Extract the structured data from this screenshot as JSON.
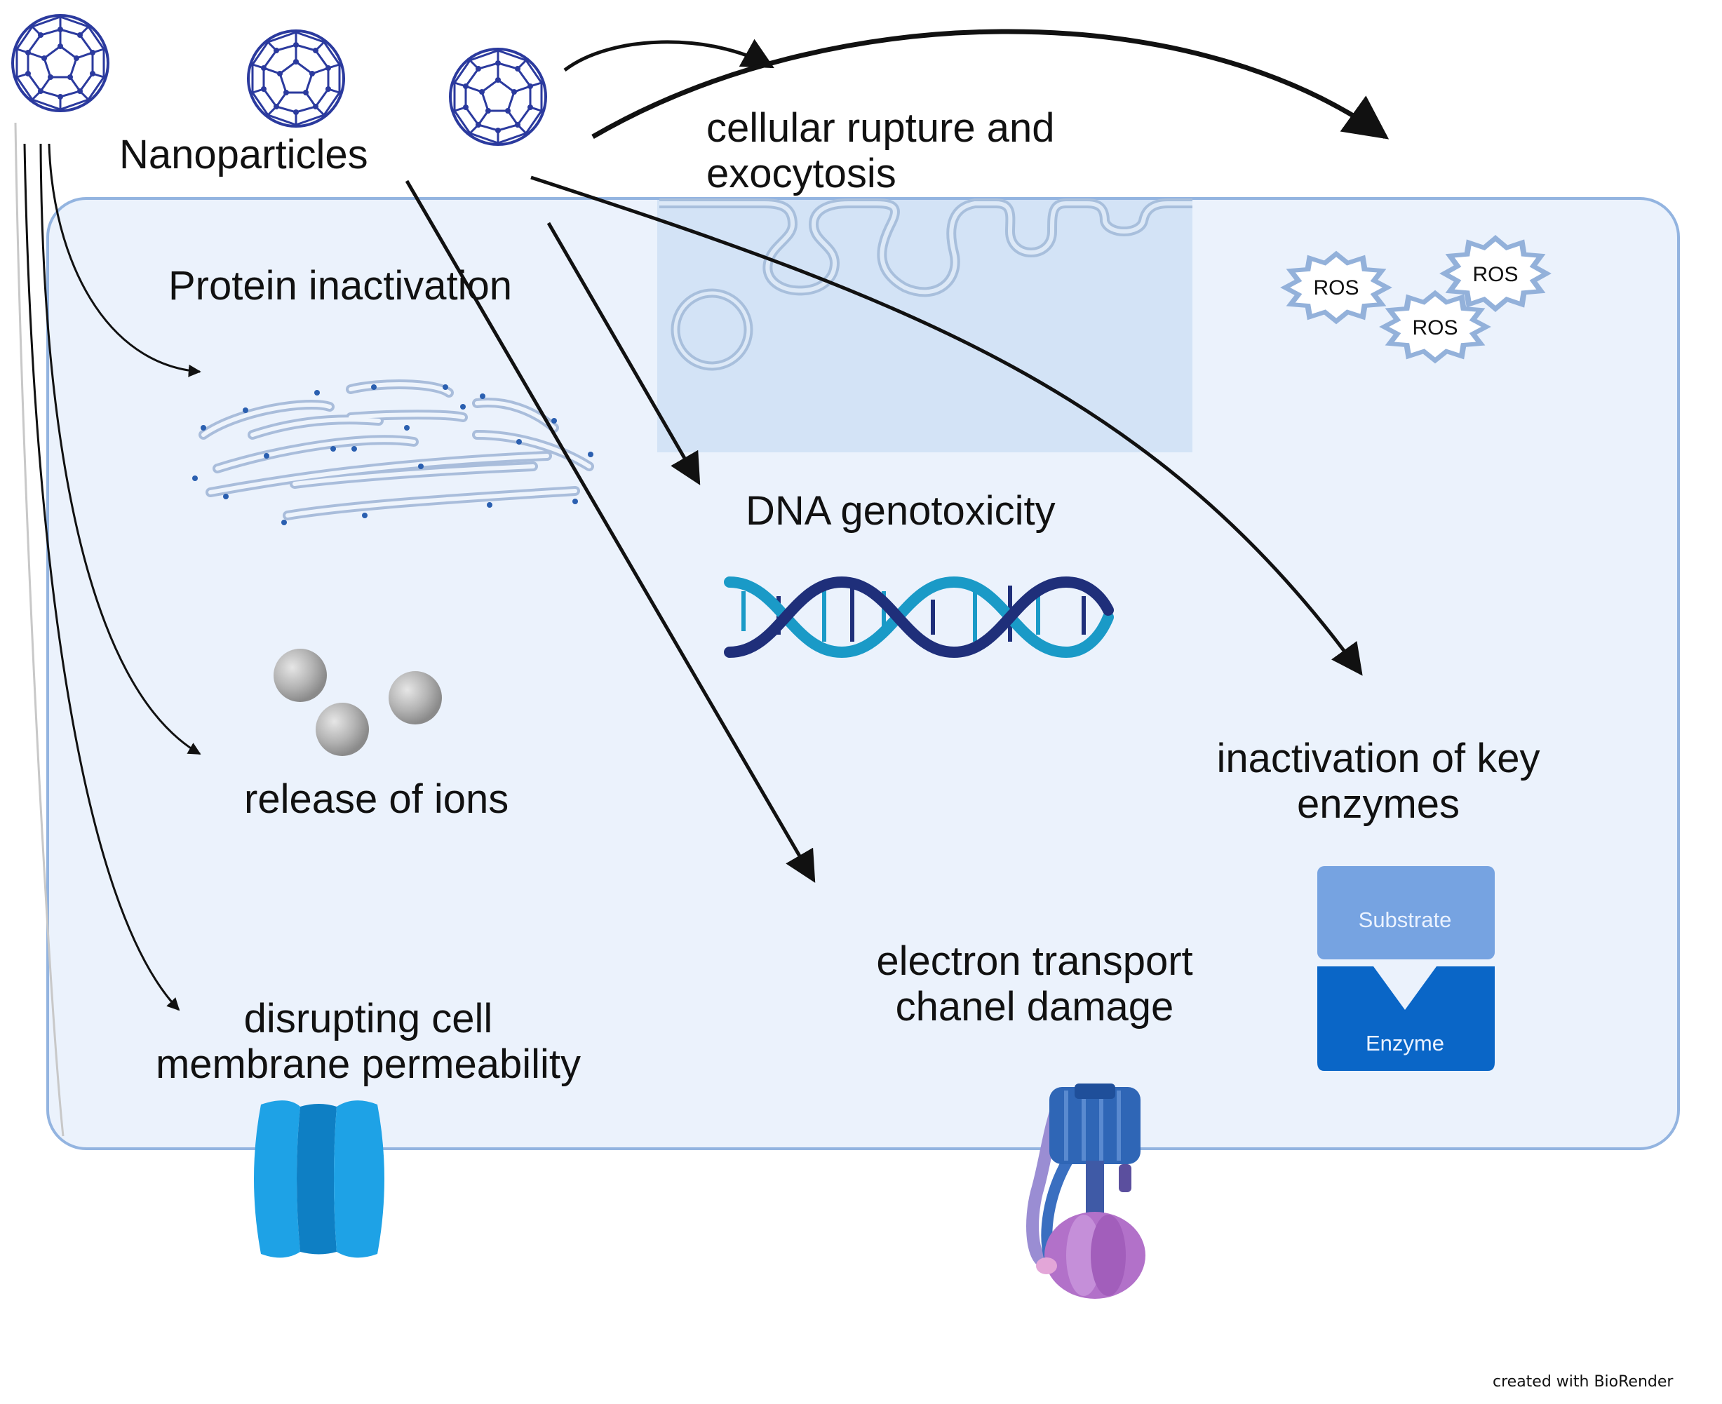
{
  "diagram": {
    "source_label": "Nanoparticles",
    "effects": {
      "protein": "Protein inactivation",
      "rupture_line1": "cellular rupture and",
      "rupture_line2": "exocytosis",
      "dna": "DNA genotoxicity",
      "ions": "release of ions",
      "enzymes_line1": "inactivation of key",
      "enzymes_line2": "enzymes",
      "electron_line1": "electron transport",
      "electron_line2": "chanel damage",
      "membrane_line1": "disrupting cell",
      "membrane_line2": "membrane permeability"
    },
    "ros_labels": [
      "ROS",
      "ROS",
      "ROS"
    ],
    "enzyme_box": {
      "substrate": "Substrate",
      "enzyme": "Enzyme"
    },
    "credit": "created with BioRender",
    "colors": {
      "cell_fill": "#ebf2fc",
      "cell_border": "#93b4e0",
      "buckyball": "#2b3a9e",
      "dna_dark": "#1f2f7a",
      "dna_light": "#1a9ac7",
      "substrate": "#76a3e1",
      "enzyme": "#0a66c7",
      "channel": "#1ea2e6",
      "atp_synthase_purple": "#b271c9",
      "atp_synthase_blue": "#2f66b6"
    },
    "icons": [
      "buckyball-icon",
      "golgi-icon",
      "ion-spheres-icon",
      "dna-helix-icon",
      "ros-burst-icon",
      "membrane-channel-icon",
      "atp-synthase-icon",
      "enzyme-substrate-icon"
    ]
  }
}
